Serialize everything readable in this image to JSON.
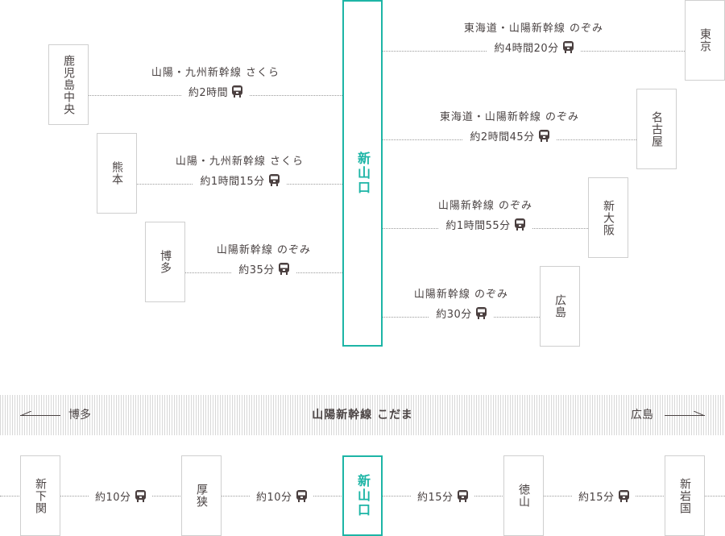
{
  "hub": {
    "name": "新山口"
  },
  "accent_color": "#1db5a6",
  "west_routes": [
    {
      "station": "鹿児島中央",
      "line": "山陽・九州新幹線 さくら",
      "time": "約2時間"
    },
    {
      "station": "熊本",
      "line": "山陽・九州新幹線 さくら",
      "time": "約1時間15分"
    },
    {
      "station": "博多",
      "line": "山陽新幹線 のぞみ",
      "time": "約35分"
    }
  ],
  "east_routes": [
    {
      "station": "東京",
      "line": "東海道・山陽新幹線 のぞみ",
      "time": "約4時間20分"
    },
    {
      "station": "名古屋",
      "line": "東海道・山陽新幹線 のぞみ",
      "time": "約2時間45分"
    },
    {
      "station": "新大阪",
      "line": "山陽新幹線 のぞみ",
      "time": "約1時間55分"
    },
    {
      "station": "広島",
      "line": "山陽新幹線 のぞみ",
      "time": "約30分"
    }
  ],
  "kodama": {
    "title": "山陽新幹線 こだま",
    "west_label": "博多",
    "east_label": "広島",
    "stations": [
      "新下関",
      "厚狭",
      "新山口",
      "徳山",
      "新岩国"
    ],
    "times": [
      "約10分",
      "約10分",
      "約15分",
      "約15分"
    ]
  },
  "icons": {
    "train": "train-front-icon",
    "arrow_left": "arrow-left-icon",
    "arrow_right": "arrow-right-icon"
  }
}
